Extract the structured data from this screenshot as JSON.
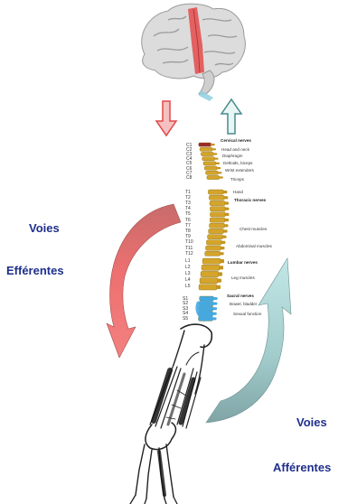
{
  "labels": {
    "efferent_line1": "Voies",
    "efferent_line2": "Efférentes",
    "afferent_line1": "Voies",
    "afferent_line2": "Afférentes"
  },
  "colors": {
    "efferent": "#f47c7c",
    "afferent": "#b8e0e0",
    "afferent_dark": "#8aaeb0",
    "spine_cervical": "#9b2b2b",
    "spine_main": "#d4a52a",
    "spine_sacral": "#45a9e0",
    "label_text": "#1f2f8c",
    "brain_highlight": "#e45050"
  },
  "spine": {
    "cervical_levels": [
      "C1",
      "C2",
      "C3",
      "C4",
      "C5",
      "C6",
      "C7",
      "C8"
    ],
    "thoracic_levels": [
      "T1",
      "T2",
      "T3",
      "T4",
      "T5",
      "T6",
      "T7",
      "T8",
      "T9",
      "T10",
      "T11",
      "T12"
    ],
    "lumbar_levels": [
      "L1",
      "L2",
      "L3",
      "L4",
      "L5"
    ],
    "sacral_levels": [
      "S1",
      "S2",
      "S3",
      "S4",
      "S5"
    ],
    "annotations": {
      "cervical_nerves": "Cervical nerves",
      "head_neck": "Head and neck",
      "diaphragm": "Diaphragm",
      "deltoids": "Deltoids, biceps",
      "wrist": "Wrist extenders",
      "triceps": "Triceps",
      "hand": "Hand",
      "thoracic_nerves": "Thoracic nerves",
      "chest": "Chest muscles",
      "abdominal": "Abdominal muscles",
      "lumbar_nerves": "Lumbar nerves",
      "leg": "Leg muscles",
      "sacral_nerves": "Sacral nerves",
      "bowel": "Bowel, bladder",
      "sexual": "Sexual function"
    }
  }
}
